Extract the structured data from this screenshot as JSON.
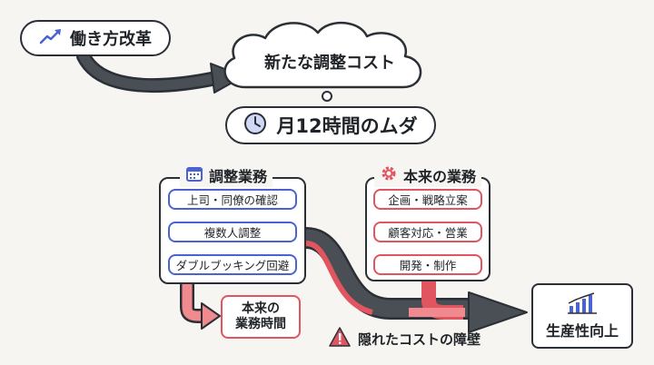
{
  "reform": {
    "label": "働き方改革",
    "icon": "trend-up-icon"
  },
  "cloud": {
    "label": "新たな調整コスト"
  },
  "waste": {
    "label": "月12時間のムダ",
    "icon": "clock-icon"
  },
  "coordination": {
    "title": "調整業務",
    "icon": "calendar-icon",
    "steps": [
      "上司・同僚の確認",
      "複数人調整",
      "ダブルブッキング回避"
    ]
  },
  "core": {
    "title": "本来の業務",
    "icon": "gear-icon",
    "steps": [
      "企画・戦略立案",
      "顧客対応・営業",
      "開発・制作"
    ]
  },
  "lost_time": {
    "line1": "本来の",
    "line2": "業務時間"
  },
  "barrier": {
    "label": "隠れたコストの障壁",
    "icon": "warning-icon"
  },
  "productivity": {
    "label": "生産性向上",
    "icon": "bar-chart-icon"
  },
  "colors": {
    "blue": "#4a63d0",
    "red": "#e0555f",
    "dark": "#4a4e55",
    "pink": "#f08a8f"
  }
}
